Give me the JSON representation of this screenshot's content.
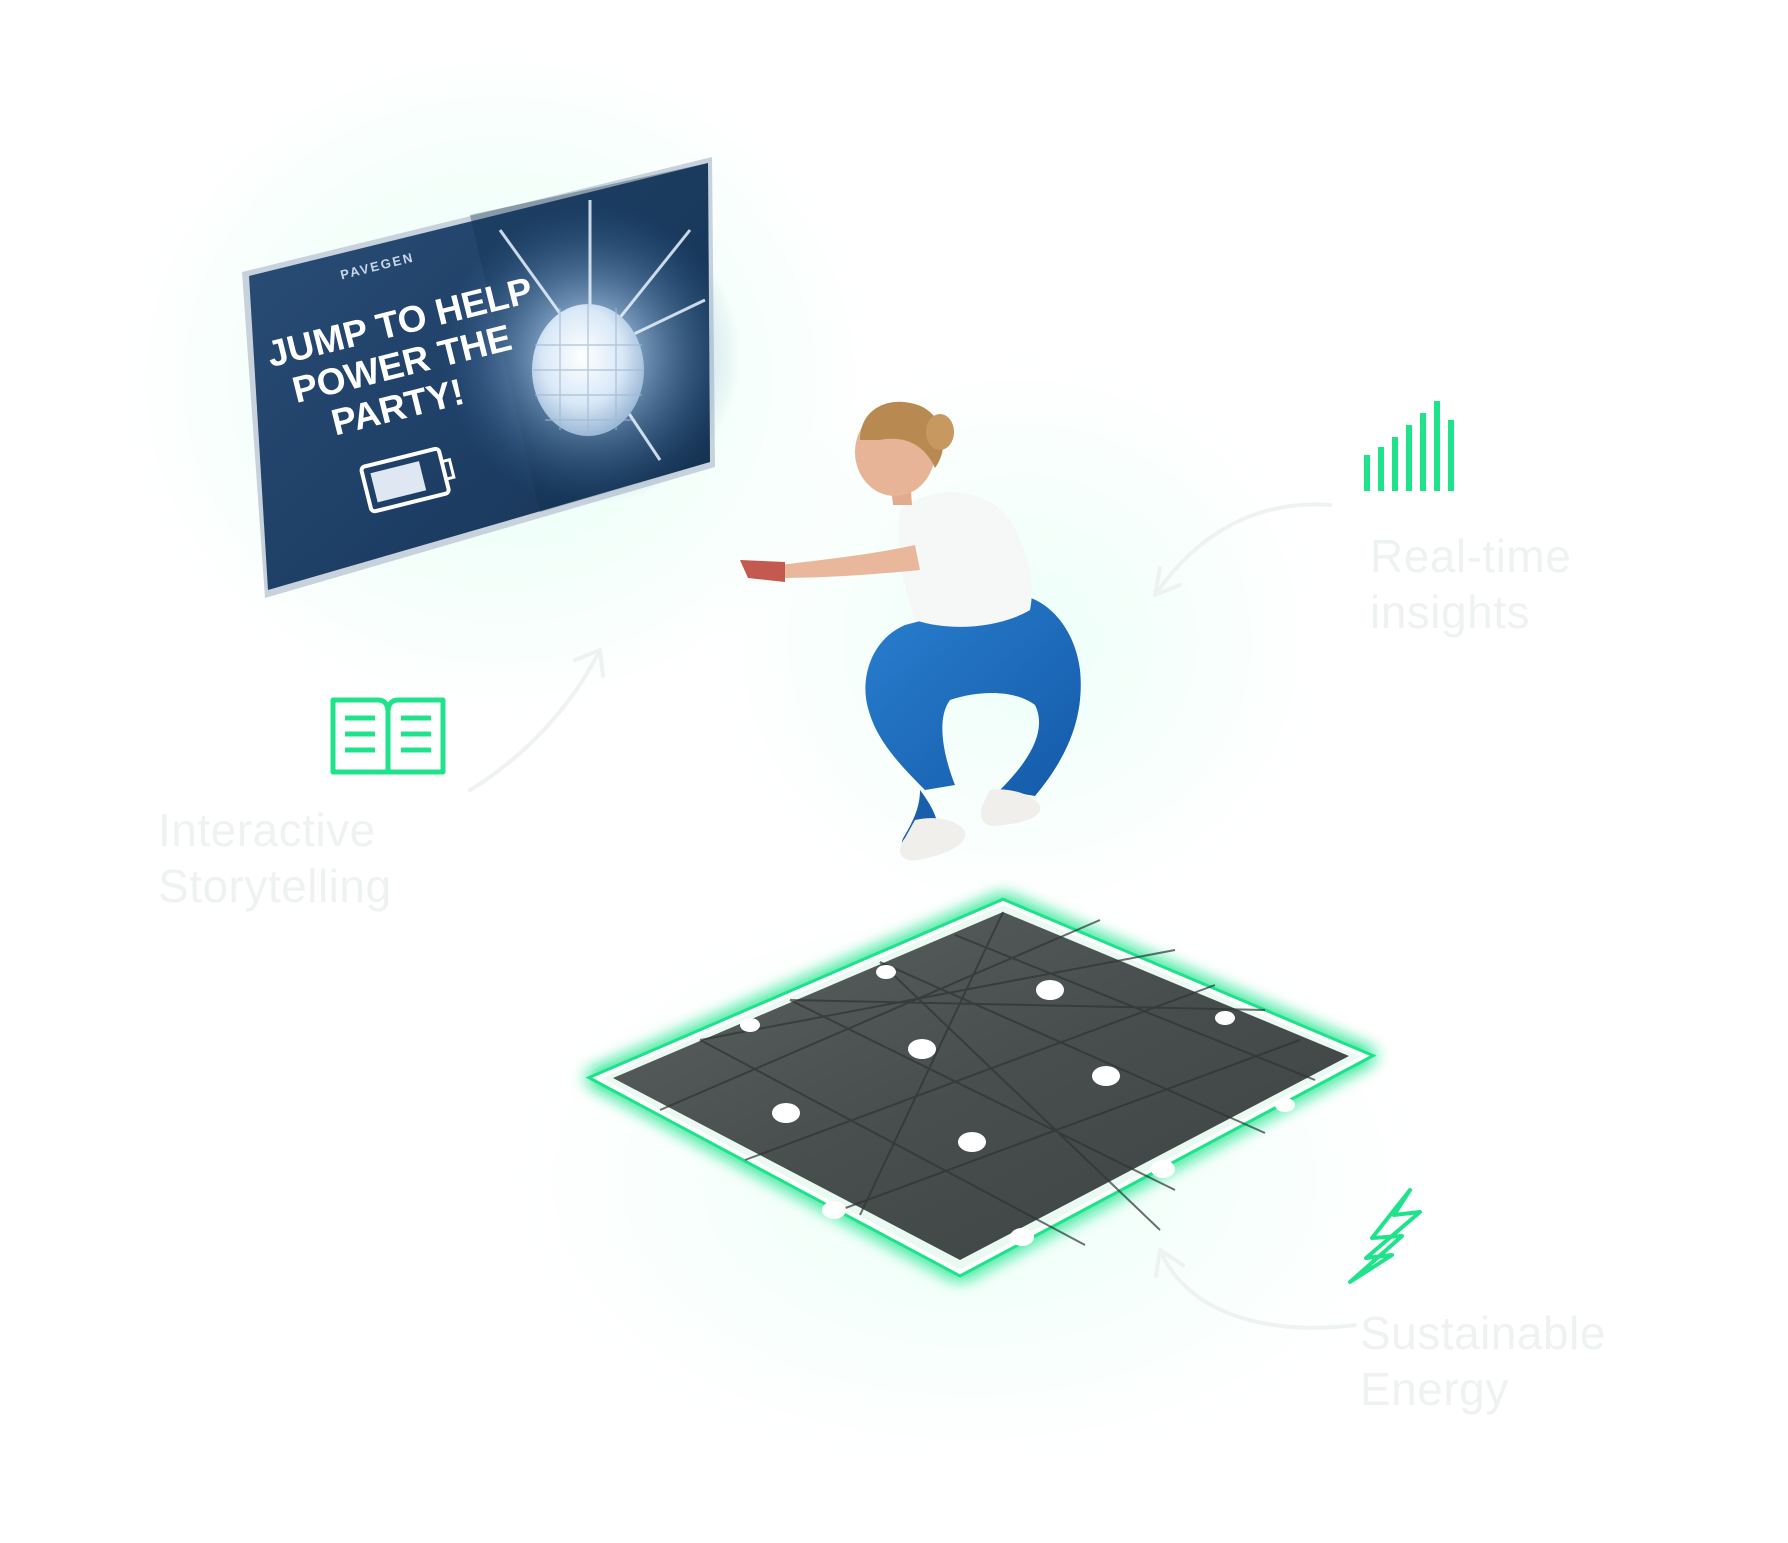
{
  "screen": {
    "brand": "PAVEGEN",
    "headline_line1": "JUMP TO HELP",
    "headline_line2": "POWER THE",
    "headline_line3": "PARTY!",
    "battery_icon": "battery-icon",
    "disco_icon": "disco-ball-icon"
  },
  "features": [
    {
      "icon": "signal-bars-icon",
      "label": "Real-time\ninsights"
    },
    {
      "icon": "open-book-icon",
      "label": "Interactive\nStorytelling"
    },
    {
      "icon": "lightning-bolt-icon",
      "label": "Sustainable\nEnergy"
    }
  ],
  "colors": {
    "accent_green": "#1fe38a",
    "screen_blue": "#1d4067",
    "tile_gray": "#4a5150",
    "soft_label": "#eef2f1"
  }
}
